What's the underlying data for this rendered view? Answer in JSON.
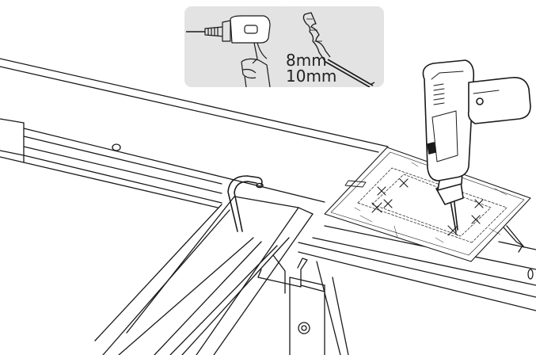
{
  "tools": {
    "drill_card": {
      "icon": "power-drill-icon"
    },
    "bit_card": {
      "icon": "drill-bit-icon",
      "sizes": [
        "8mm",
        "10mm"
      ]
    }
  },
  "illustration": {
    "subject": "table-frame-drilling-with-template",
    "icons": [
      "frame-beam",
      "clamp",
      "drill-template",
      "power-drill-icon",
      "leg-bracket"
    ]
  },
  "colors": {
    "card_background": "#e3e3e3",
    "line": "#1a1a1a",
    "background": "#ffffff"
  }
}
